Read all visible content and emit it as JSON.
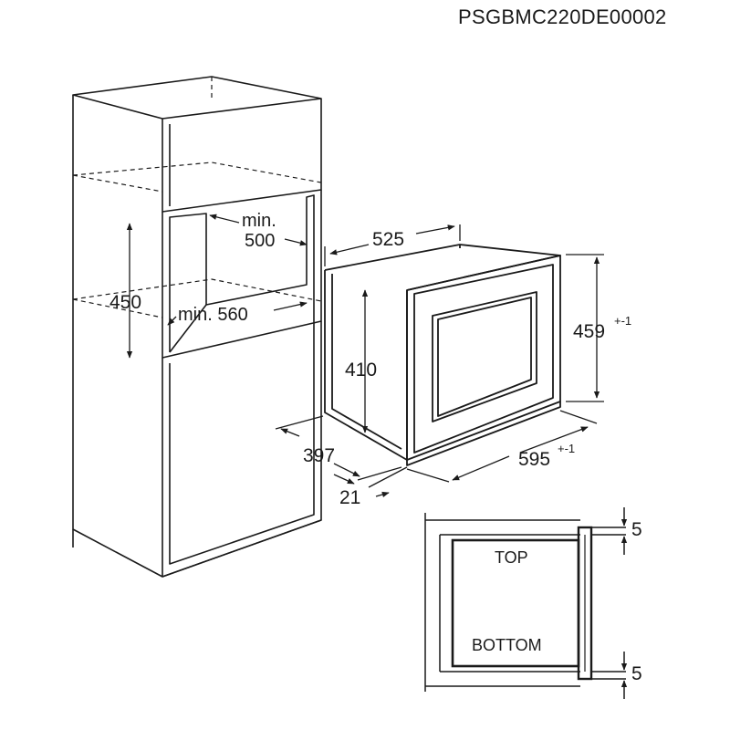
{
  "document_code": "PSGBMC220DE00002",
  "cabinet": {
    "niche_height": "450",
    "niche_depth_min": "min.",
    "niche_depth_value": "500",
    "niche_width_label": "min. 560"
  },
  "appliance": {
    "depth": "525",
    "height": "410",
    "front_height": "459",
    "front_height_tolerance": "+-1",
    "side_depth": "397",
    "front_width": "595",
    "front_width_tolerance": "+-1",
    "front_offset": "21"
  },
  "section": {
    "top_label": "TOP",
    "bottom_label": "BOTTOM",
    "top_gap": "5",
    "bottom_gap": "5"
  },
  "colors": {
    "line": "#1a1a1a",
    "background": "#ffffff"
  }
}
